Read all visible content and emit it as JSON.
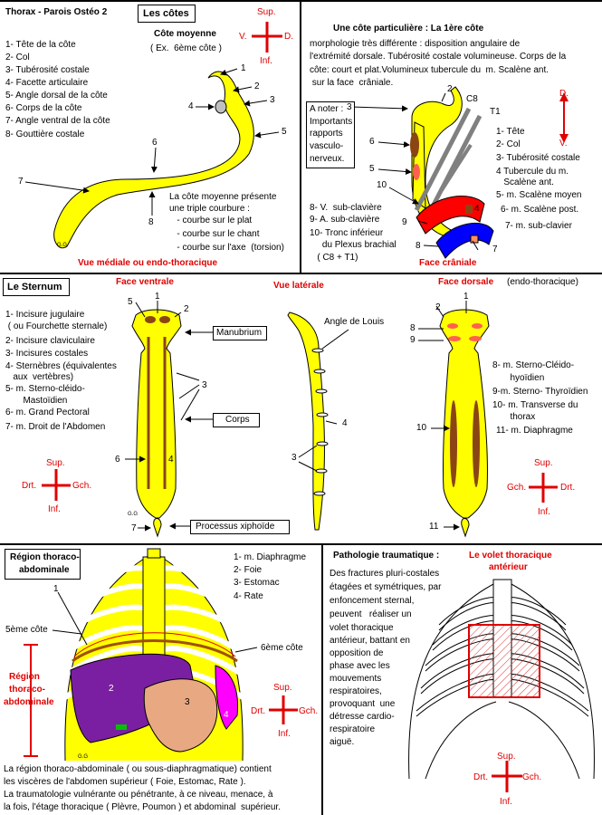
{
  "header": {
    "title": "Thorax - Parois Ostéo 2",
    "section1": "Les côtes"
  },
  "orientation": {
    "sup": "Sup.",
    "inf": "Inf.",
    "v": "V.",
    "d": "D.",
    "drt": "Drt.",
    "gch": "Gch."
  },
  "cote_moyenne": {
    "title": "Côte moyenne",
    "subtitle": "( Ex.  6ème côte )",
    "legend": [
      "1- Tête de la côte",
      "2- Col",
      "3- Tubérosité costale",
      "4- Facette articulaire",
      "5- Angle dorsal de la côte",
      "6- Corps de la côte",
      "7- Angle ventral de la côte",
      "8- Gouttière costale"
    ],
    "curvature": [
      "La côte moyenne présente",
      "une triple courbure :",
      "   - courbe sur le plat",
      "   - courbe sur le chant",
      "   - courbe sur l'axe  (torsion)"
    ],
    "view": "Vue médiale ou endo-thoracique",
    "numbers": [
      "1",
      "2",
      "3",
      "4",
      "5",
      "6",
      "7",
      "8"
    ],
    "signature": "G.G"
  },
  "premiere_cote": {
    "title": "Une côte particulière : La 1ère côte",
    "description": [
      "morphologie très différente : disposition angulaire de",
      "l'extrémité dorsale. Tubérosité costale volumineuse. Corps de la",
      "côte: court et plat.Volumineux tubercule du  m. Scalène ant.",
      " sur la face  crâniale."
    ],
    "note": [
      "A noter :",
      "Importants",
      "rapports",
      "vasculo-",
      "nerveux."
    ],
    "legend_right": [
      "1- Tête",
      "2- Col",
      "3- Tubérosité costale",
      "4 Tubercule du m.",
      "   Scalène ant.",
      "5- m. Scalène moyen",
      "6- m. Scalène post.",
      "7- m. sub-clavier"
    ],
    "legend_bottom": [
      "8- V.  sub-clavière",
      "9- A. sub-clavière",
      "10- Tronc inférieur",
      "     du Plexus brachial",
      "   ( C8 + T1)"
    ],
    "nerve_labels": [
      "C8",
      "T1"
    ],
    "numbers": [
      "2",
      "3",
      "6",
      "5",
      "10",
      "4",
      "9",
      "8",
      "7"
    ],
    "view": "Face crâniale"
  },
  "sternum": {
    "title": "Le Sternum",
    "face_ventrale": "Face ventrale",
    "vue_laterale": "Vue latérale",
    "face_dorsale": "Face dorsale",
    "face_dorsale_note": "(endo-thoracique)",
    "legend_left": [
      "1- Incisure jugulaire",
      " ( ou Fourchette sternale)",
      "2- Incisure claviculaire",
      "3- Incisures costales",
      "4- Sternèbres (équivalentes",
      "   aux  vertèbres)",
      "5- m. Sterno-cléido-",
      "       Mastoïdien",
      "6- m. Grand Pectoral",
      "7- m. Droit de l'Abdomen"
    ],
    "legend_right": [
      "8- m. Sterno-Cléido-",
      "       hyoïdien",
      "9-m. Sterno- Thyroïdien",
      "10- m. Transverse du",
      "       thorax",
      "11- m. Diaphragme"
    ],
    "manubrium": "Manubrium",
    "corps": "Corps",
    "processus": "Processus xiphoïde",
    "angle_louis": "Angle de Louis",
    "numbers": [
      "1",
      "2",
      "3",
      "4",
      "5",
      "6",
      "7",
      "8",
      "9",
      "10",
      "11"
    ],
    "signature": "G.G"
  },
  "region": {
    "title": [
      "Région thoraco-",
      "abdominale"
    ],
    "legend": [
      "1- m. Diaphragme",
      "2- Foie",
      "3- Estomac",
      "4- Rate"
    ],
    "cote5": "5ème côte",
    "cote6": "6ème côte",
    "region_label": [
      "Région",
      "thoraco-",
      "abdominale"
    ],
    "text": [
      "La région thoraco-abdominale ( ou sous-diaphragmatique) contient",
      "les viscères de l'abdomen supérieur ( Foie, Estomac, Rate ).",
      "La traumatologie vulnérante ou pénétrante, à ce niveau, menace, à",
      "la fois, l'étage thoracique ( Plèvre, Poumon ) et abdominal  supérieur."
    ],
    "numbers": [
      "1",
      "2",
      "3",
      "4"
    ],
    "signature": "G.G"
  },
  "pathologie": {
    "title": "Pathologie traumatique :",
    "subtitle": [
      "Le volet thoracique",
      "antérieur"
    ],
    "text": [
      "Des fractures pluri-costales",
      "étagées et symétriques, par",
      "enfoncement sternal,",
      "peuvent   réaliser un",
      "volet thoracique",
      "antérieur, battant en",
      "opposition de",
      "phase avec les",
      "mouvements",
      "respiratoires,",
      "provoquant  une",
      "détresse cardio-",
      "respiratoire",
      "aiguë."
    ]
  },
  "colors": {
    "bone": "#ffff00",
    "red": "#ff0000",
    "blue": "#0000ff",
    "liver": "#7b1fa2",
    "stomach": "#e8a882",
    "spleen": "#ff00ff",
    "muscle": "#8b4513",
    "grey": "#a0a0a0"
  }
}
